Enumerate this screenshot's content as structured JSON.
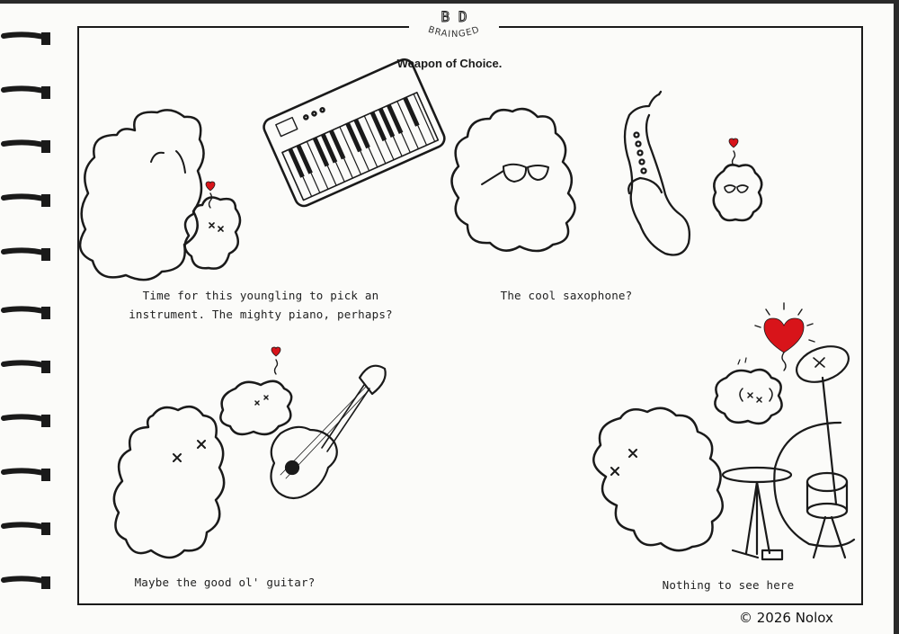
{
  "logo": {
    "letters": "B D",
    "name": "BRAINGED"
  },
  "title": "Weapon of Choice.",
  "panels": [
    {
      "caption_line1": "Time for this youngling to pick an",
      "caption_line2": "instrument. The mighty piano, perhaps?",
      "instrument": "keyboard-piano"
    },
    {
      "caption": "The cool saxophone?",
      "instrument": "saxophone"
    },
    {
      "caption": "Maybe the good ol' guitar?",
      "instrument": "guitar"
    },
    {
      "caption": "Nothing to see here",
      "instrument": "drum-kit"
    }
  ],
  "copyright": "© 2026 Nolox",
  "colors": {
    "ink": "#1a1a1a",
    "heart": "#d8141a",
    "paper": "#fbfbf9"
  }
}
